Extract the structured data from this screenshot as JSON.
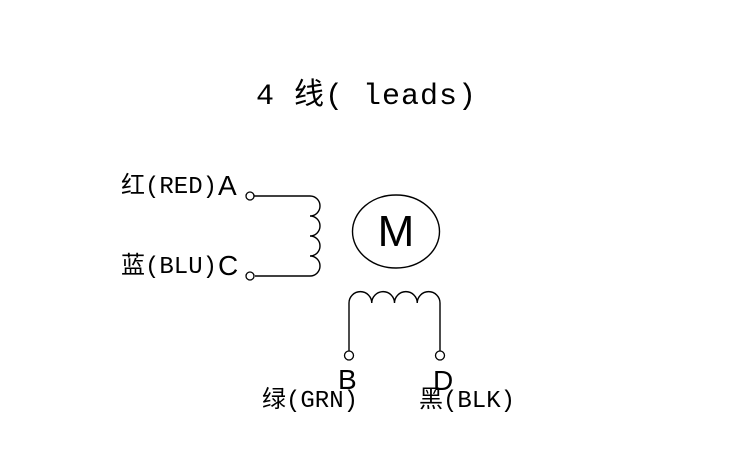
{
  "title": "4 线( leads)",
  "motor": {
    "label": "M"
  },
  "leads": {
    "red": {
      "wire_label": "红(RED)",
      "terminal": "A"
    },
    "blue": {
      "wire_label": "蓝(BLU)",
      "terminal": "C"
    },
    "green": {
      "wire_label": "绿(GRN)",
      "terminal": "B"
    },
    "black": {
      "wire_label": "黑(BLK)",
      "terminal": "D"
    }
  },
  "colors": {
    "background": "#ffffff",
    "line": "#000000",
    "text": "#000000"
  }
}
